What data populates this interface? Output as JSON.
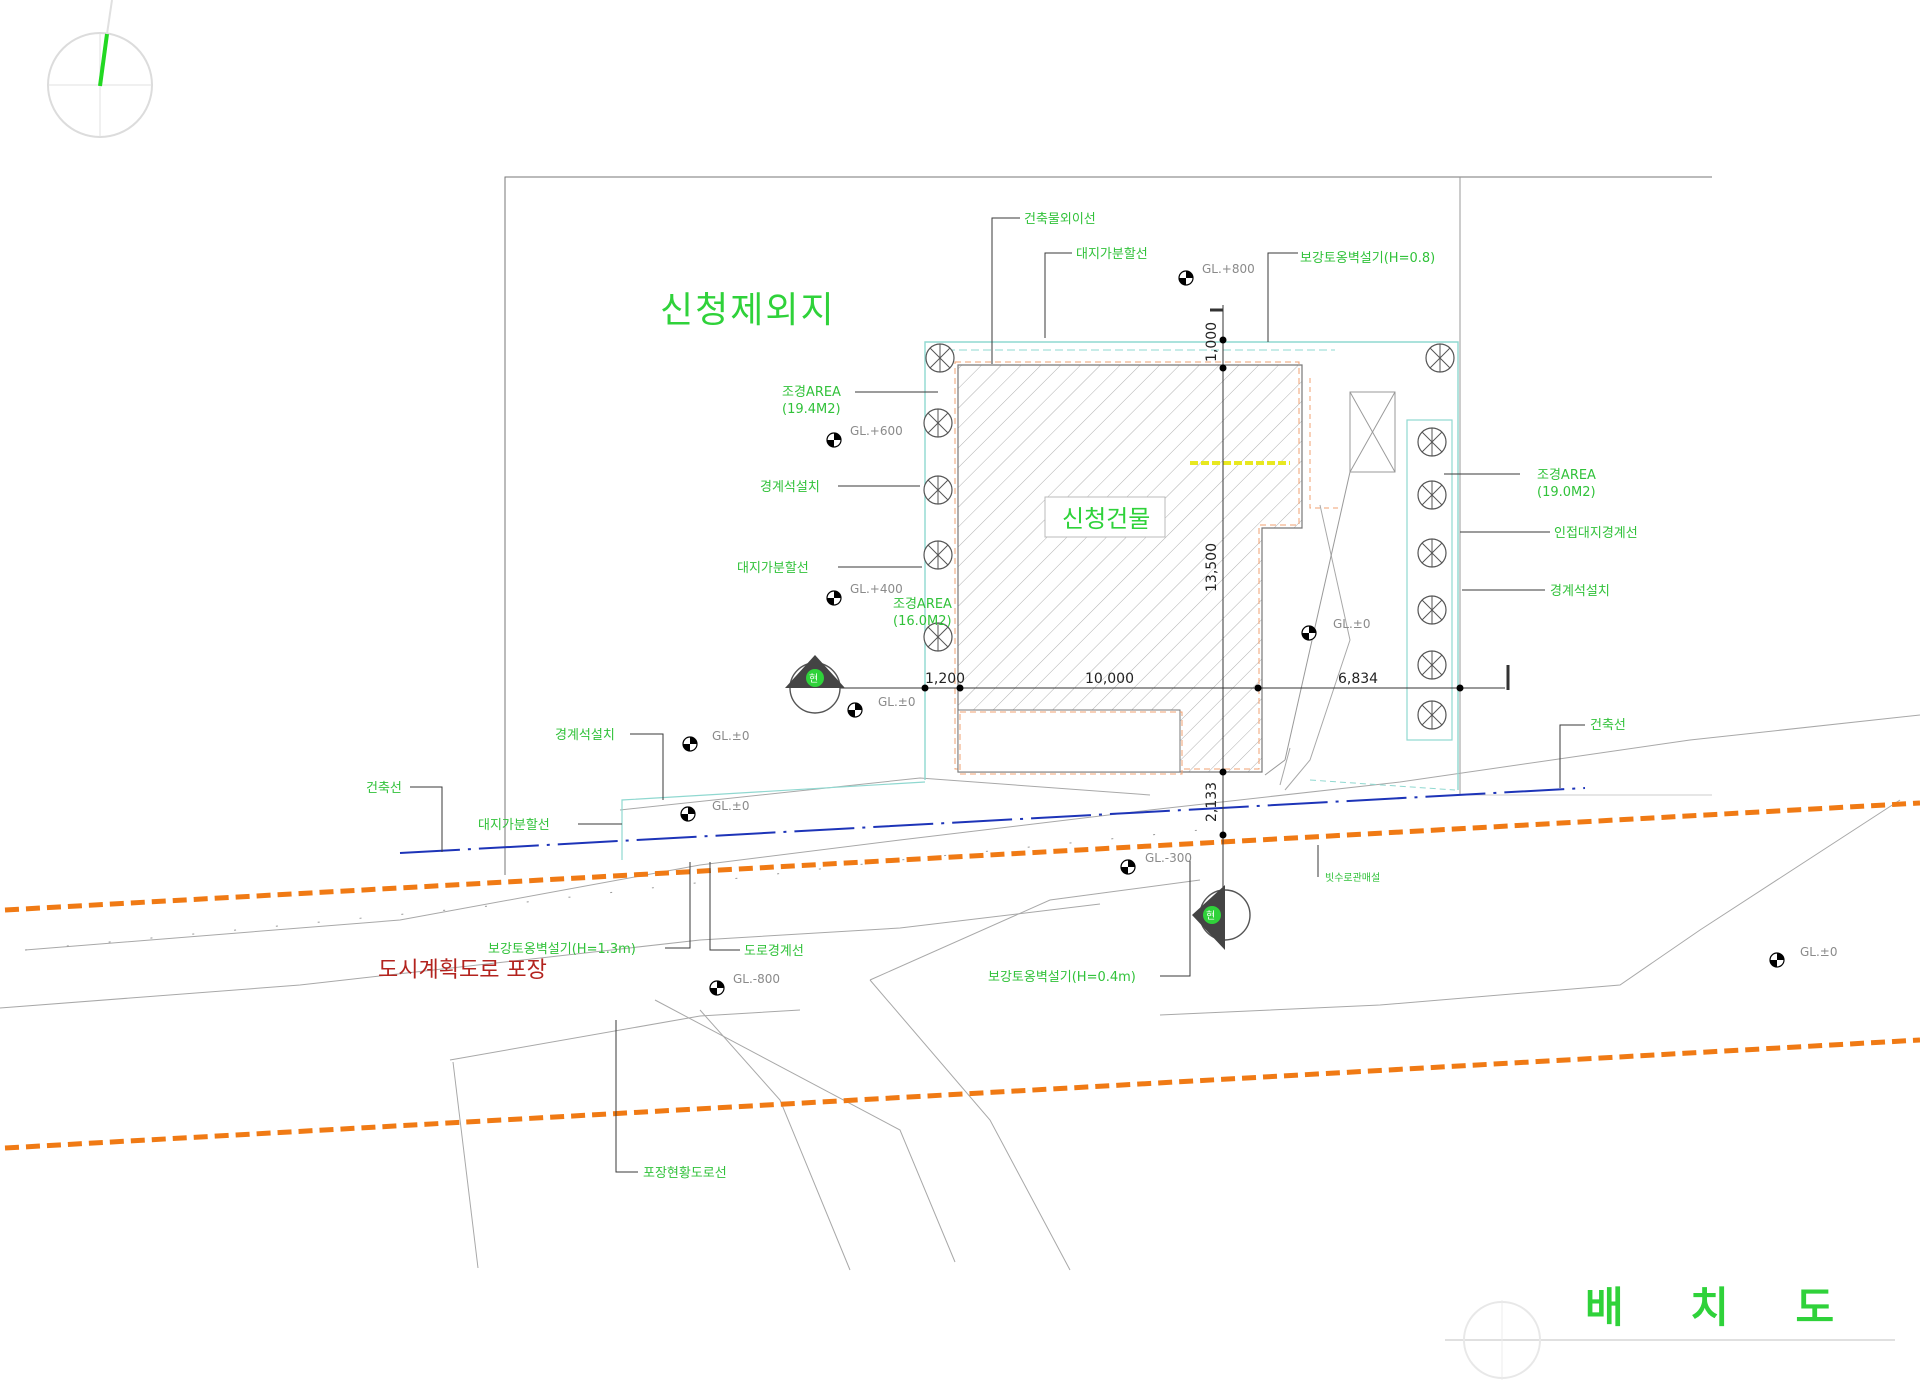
{
  "colors": {
    "text_green": "#31c23a",
    "road_orange": "#f07a14",
    "line_blue": "#1d34b8",
    "text_red": "#b3231e",
    "hatch": "#9a9a9a",
    "plant_cyan": "#8fd8d0"
  },
  "drawing": {
    "title": "배 치 도",
    "excluded_area": "신청제외지",
    "building": "신청건물",
    "road_paving": "도시계획도로 포장"
  },
  "dimensions": {
    "d_1200": "1,200",
    "d_10000": "10,000",
    "d_6834": "6,834",
    "d_1000": "1,000",
    "d_13500": "13,500",
    "d_2133": "2,133"
  },
  "labels": {
    "bldg_line_limit": "건축물외이선",
    "site_boundary_top": "대지가분할선",
    "retaining_wall_top": "보강토옹벽설기(H=0.8)",
    "landscape_left_1a": "조경AREA",
    "landscape_left_1b": "(19.4M2)",
    "boundary_stone_left": "경계석설치",
    "site_boundary_left": "대지가분할선",
    "landscape_left_2a": "조경AREA",
    "landscape_left_2b": "(16.0M2)",
    "landscape_right_a": "조경AREA",
    "landscape_right_b": "(19.0M2)",
    "adjacent_boundary": "인접대지경계선",
    "boundary_stone_right": "경계석설치",
    "building_line_right": "건축선",
    "boundary_stone_low": "경계석설치",
    "building_line_left": "건축선",
    "site_boundary_low": "대지가분할선",
    "retaining_wall_low": "보강토옹벽설기(H=1.3m)",
    "road_boundary": "도로경계선",
    "retaining_wall_mid": "보강토옹벽설기(H=0.4m)",
    "drainage": "빗수로관매설",
    "pavement_boundary": "포장현황도로선",
    "entrance_mark": "현",
    "entrance_mark2": "현"
  },
  "levels": {
    "gl_800": "GL.+800",
    "gl_600": "GL.+600",
    "gl_400": "GL.+400",
    "gl_0_a": "GL.±0",
    "gl_0_b": "GL.±0",
    "gl_0_c": "GL.±0",
    "gl_0_d": "GL.±0",
    "gl_0_e": "GL.±0",
    "gl_m300": "GL.-300",
    "gl_m800": "GL.-800"
  }
}
